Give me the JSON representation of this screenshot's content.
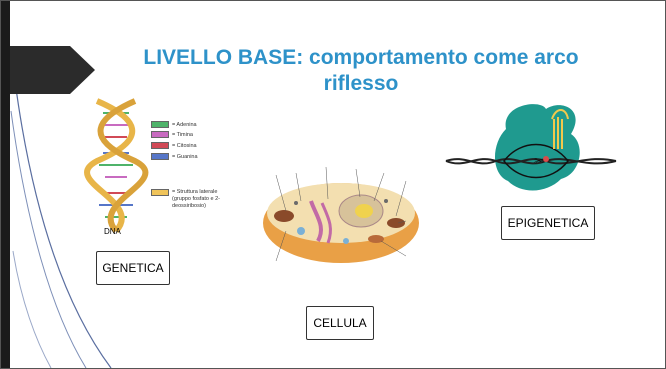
{
  "slide": {
    "title": "LIVELLO BASE: comportamento come arco riflesso",
    "captions": {
      "genetica": "GENETICA",
      "cellula": "CELLULA",
      "epigenetica": "EPIGENETICA"
    }
  },
  "dna_figure": {
    "label": "DNA",
    "legend": [
      {
        "label": "= Adenina",
        "color": "#4fb36a"
      },
      {
        "label": "= Timina",
        "color": "#c86bc0"
      },
      {
        "label": "= Citosina",
        "color": "#d14a56"
      },
      {
        "label": "= Guanina",
        "color": "#5676c8"
      },
      {
        "label": "= Struttura laterale (gruppo fosfato e 2-deossiribosio)",
        "color": "#f0c45a"
      }
    ]
  },
  "colors": {
    "title": "#2e92c9",
    "dark_bar": "#1b1b1b",
    "accent_teal": "#1f9a8f"
  }
}
